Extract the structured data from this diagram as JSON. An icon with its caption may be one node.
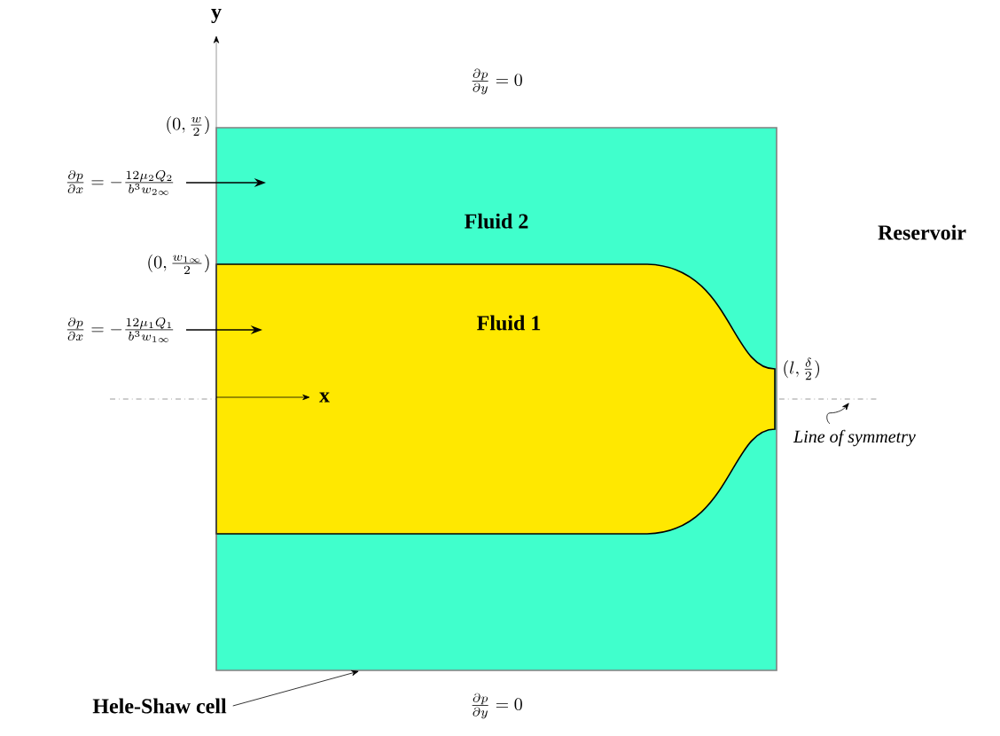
{
  "diagram": {
    "nodes": [
      {
        "text": [
          "Hele-Shaw cell"
        ]
      },
      {
        "text": [
          "Fluid 2"
        ]
      },
      {
        "text": [
          "Fluid 1"
        ],
        "in": 1
      },
      {
        "text": [
          "Line of symmetry"
        ]
      }
    ],
    "edges": [
      {
        "from": 0,
        "to": 1,
        "arrow": "to"
      },
      {
        "from": 3,
        "to": null,
        "arrow": "to"
      }
    ],
    "labels": [
      "y",
      "(0, \\frac{w}{2})",
      "\\frac{\\partial p}{\\partial y} = 0",
      "\\frac{\\partial p}{\\partial x} = -\\frac{12\\mu_2 Q_2}{b^3 w_{2\\infty}}",
      "(0, \\frac{w_{1\\infty}}{2})",
      "Reservoir",
      "\\frac{\\partial p}{\\partial x} = -\\frac{12\\mu_1 Q_1}{b^3 w_{1\\infty}}",
      "x",
      "(l, \\frac{\\delta}{2})",
      "\\frac{\\partial p}{\\partial y} = 0"
    ]
  }
}
